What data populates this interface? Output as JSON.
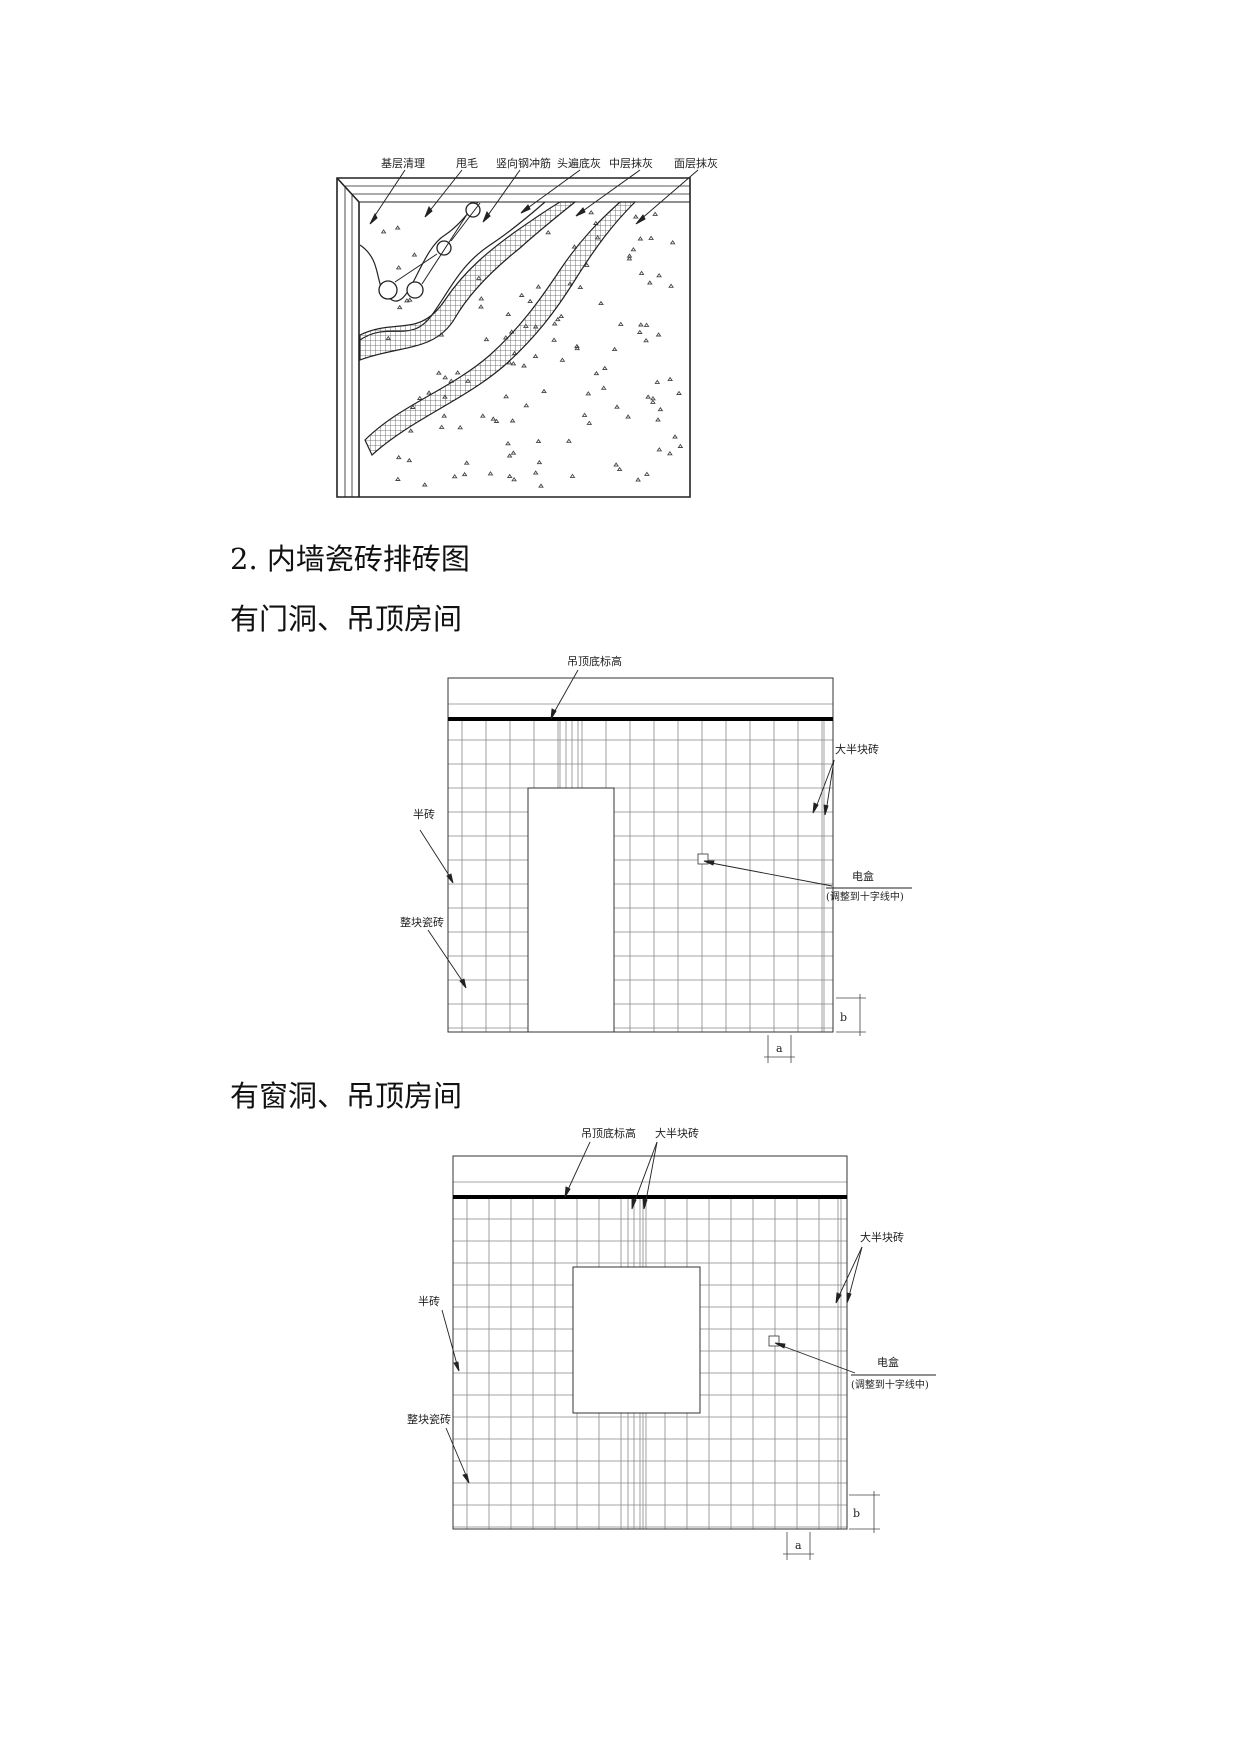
{
  "plaster_diagram": {
    "labels": [
      "基层清理",
      "甩毛",
      "竖向钢冲筋",
      "头遍底灰",
      "中层抹灰",
      "面层抹灰"
    ]
  },
  "headings": {
    "section_title": "2. 内墙瓷砖排砖图",
    "door_room": "有门洞、吊顶房间",
    "window_room": "有窗洞、吊顶房间"
  },
  "door_drawing": {
    "ceiling_label": "吊顶底标高",
    "large_half_tile_label": "大半块砖",
    "half_tile_label": "半砖",
    "whole_tile_label": "整块瓷砖",
    "outlet_label": "电盒",
    "outlet_note": "(调整到十字线中)",
    "dim_b": "b",
    "dim_a": "a"
  },
  "window_drawing": {
    "ceiling_label": "吊顶底标高",
    "large_half_tile_label_top": "大半块砖",
    "large_half_tile_label_right": "大半块砖",
    "half_tile_label": "半砖",
    "whole_tile_label": "整块瓷砖",
    "outlet_label": "电盒",
    "outlet_note": "(调整到十字线中)",
    "dim_b": "b",
    "dim_a": "a"
  }
}
